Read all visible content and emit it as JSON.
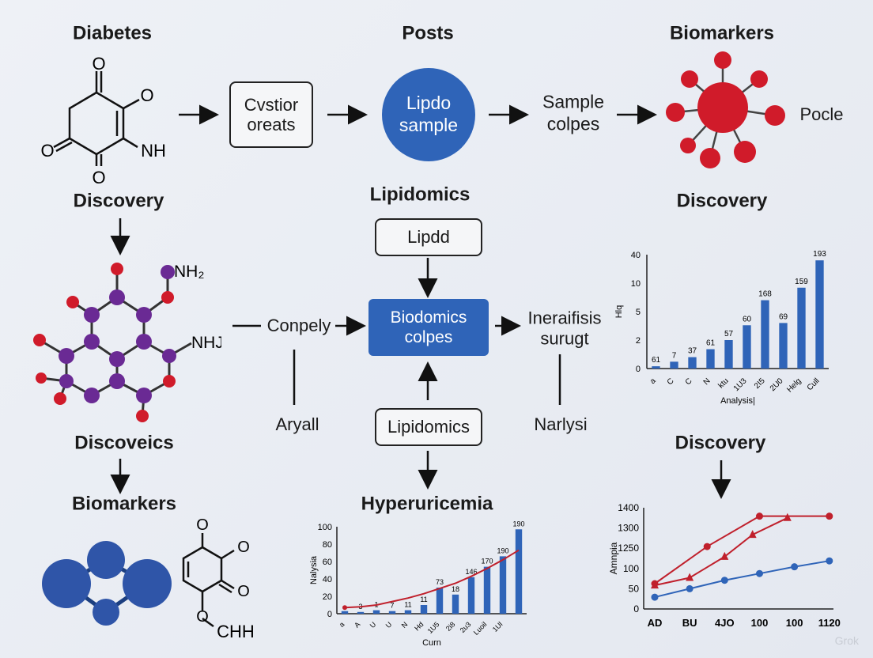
{
  "labels": {
    "diabetes": "Diabetes",
    "posts": "Posts",
    "biomarkers_top": "Biomarkers",
    "discovery_left": "Discovery",
    "lipidomics_mid": "Lipidomics",
    "discovery_right": "Discovery",
    "pocle": "Pocle",
    "conpely": "Conpely",
    "ineraifisis": "Ineraifisis\nsurugt",
    "aryall": "Aryall",
    "narlysi": "Narlysi",
    "discoveics": "Discoveics",
    "biomarkers_bottom": "Biomarkers",
    "hyperuricemia": "Hyperuricemia",
    "discovery_bottom_right": "Discovery",
    "watermark": "Grok"
  },
  "boxes": {
    "cvstior": "Cvstior\noreats",
    "lipdo_sample": "Lipdo\nsample",
    "sample_colpes": "Sample\ncolpes",
    "lipdd": "Lipdd",
    "biodomics": "Biodomics\ncolpes",
    "lipidomics_box": "Lipidomics"
  },
  "molecules": {
    "top_left": {
      "atoms": [
        "O",
        "O",
        "O",
        "O",
        "NH"
      ]
    },
    "mid_left": {
      "atoms": [
        "NH₂",
        "NHJ"
      ]
    },
    "bottom_right_ring": {
      "atoms": [
        "O",
        "O",
        "O",
        "O",
        "CHH"
      ]
    }
  },
  "colors": {
    "accent_blue": "#2f64b8",
    "atom_red": "#d01b2a",
    "atom_purple": "#6a2a94",
    "line_red": "#c0202c"
  },
  "chart_data": [
    {
      "type": "bar",
      "xlabel": "Analysis|",
      "ylabel": "Hlq",
      "yticks": [
        "0",
        "2",
        "5",
        "10",
        "40"
      ],
      "categories": [
        "a",
        "C",
        "C",
        "N",
        "ktu",
        "1U3",
        "2I5",
        "2U0",
        "Helg",
        "Cull"
      ],
      "values": [
        0.2,
        0.6,
        1.0,
        1.7,
        2.5,
        3.8,
        6.0,
        4.0,
        7.1,
        9.5
      ],
      "data_labels": [
        "61",
        "7",
        "37",
        "61",
        "57",
        "60",
        "168",
        "69",
        "159",
        "193"
      ],
      "ylim": [
        0,
        10
      ]
    },
    {
      "type": "bar",
      "xlabel": "Curn",
      "ylabel": "Nalysia",
      "yticks": [
        "0",
        "20",
        "40",
        "60",
        "80",
        "100"
      ],
      "categories": [
        "a",
        "A",
        "U",
        "U",
        "N",
        "Hd",
        "1U5",
        "2i8",
        "2u3",
        "Luoil",
        "1Ul"
      ],
      "values": [
        3,
        2,
        4,
        3,
        4,
        10,
        30,
        22,
        42,
        54,
        66,
        97
      ],
      "data_labels": [
        "",
        "3",
        "1",
        "7",
        "11",
        "11",
        "73",
        "18",
        "146",
        "170",
        "190",
        "190"
      ],
      "trend_line": [
        7,
        8,
        10,
        14,
        18,
        23,
        29,
        35,
        43,
        52,
        62,
        73
      ],
      "ylim": [
        0,
        100
      ]
    },
    {
      "type": "line",
      "xlabel": "",
      "ylabel": "Amnpia",
      "yticks": [
        "0",
        "50",
        "100",
        "1250",
        "1300",
        "1400"
      ],
      "categories": [
        "AD",
        "BU",
        "4JO",
        "100",
        "100",
        "1120"
      ],
      "series": [
        {
          "values": [
            1.5,
            3.7,
            5.5,
            5.5
          ]
        },
        {
          "values": [
            1.4,
            1.85,
            3.1,
            4.4,
            5.4
          ]
        },
        {
          "values": [
            0.7,
            1.2,
            1.7,
            2.1,
            2.5,
            2.85
          ]
        }
      ],
      "ylim": [
        0,
        6
      ]
    }
  ]
}
